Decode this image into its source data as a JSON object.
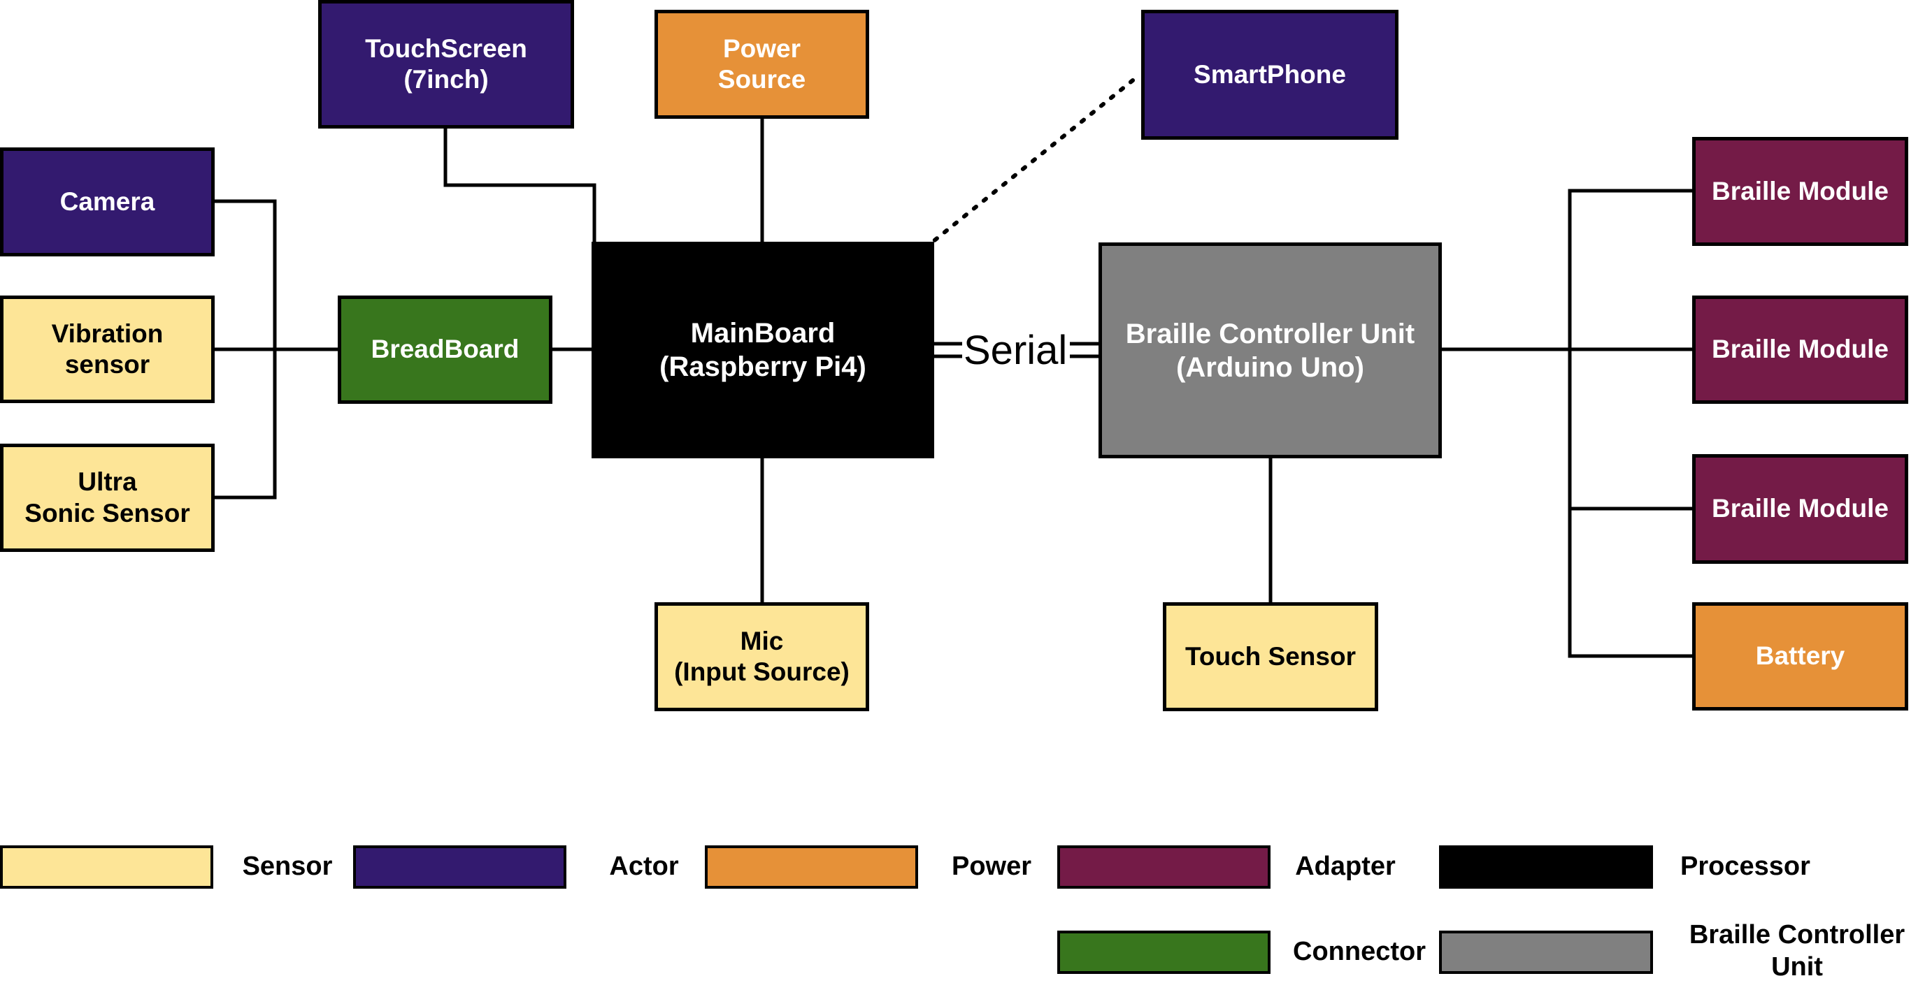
{
  "colors": {
    "sensor": "#fde597",
    "actor": "#331a6f",
    "power": "#e69138",
    "adapter": "#741b47",
    "processor": "#000000",
    "connector": "#38761d",
    "controller": "#808080",
    "line": "#000000"
  },
  "nodes": {
    "touchscreen": {
      "lines": [
        "TouchScreen",
        "(7inch)"
      ]
    },
    "power_source": {
      "lines": [
        "Power",
        "Source"
      ]
    },
    "smartphone": {
      "lines": [
        "SmartPhone"
      ]
    },
    "camera": {
      "lines": [
        "Camera"
      ]
    },
    "vibration": {
      "lines": [
        "Vibration",
        "sensor"
      ]
    },
    "ultrasonic": {
      "lines": [
        "Ultra",
        "Sonic Sensor"
      ]
    },
    "breadboard": {
      "lines": [
        "BreadBoard"
      ]
    },
    "mainboard": {
      "lines": [
        "MainBoard",
        "(Raspberry Pi4)"
      ]
    },
    "controller": {
      "lines": [
        "Braille Controller Unit",
        "(Arduino Uno)"
      ]
    },
    "braille1": {
      "lines": [
        "Braille Module"
      ]
    },
    "braille2": {
      "lines": [
        "Braille Module"
      ]
    },
    "braille3": {
      "lines": [
        "Braille Module"
      ]
    },
    "battery": {
      "lines": [
        "Battery"
      ]
    },
    "mic": {
      "lines": [
        "Mic",
        "(Input Source)"
      ]
    },
    "touch_sensor": {
      "lines": [
        "Touch Sensor"
      ]
    }
  },
  "serial_label": "Serial",
  "legend": [
    {
      "key": "sensor",
      "label": "Sensor"
    },
    {
      "key": "actor",
      "label": "Actor"
    },
    {
      "key": "power",
      "label": "Power"
    },
    {
      "key": "adapter",
      "label": "Adapter"
    },
    {
      "key": "processor",
      "label": "Processor"
    },
    {
      "key": "connector",
      "label": "Connector"
    },
    {
      "key": "controller",
      "label": "Braille Controller Unit"
    }
  ]
}
